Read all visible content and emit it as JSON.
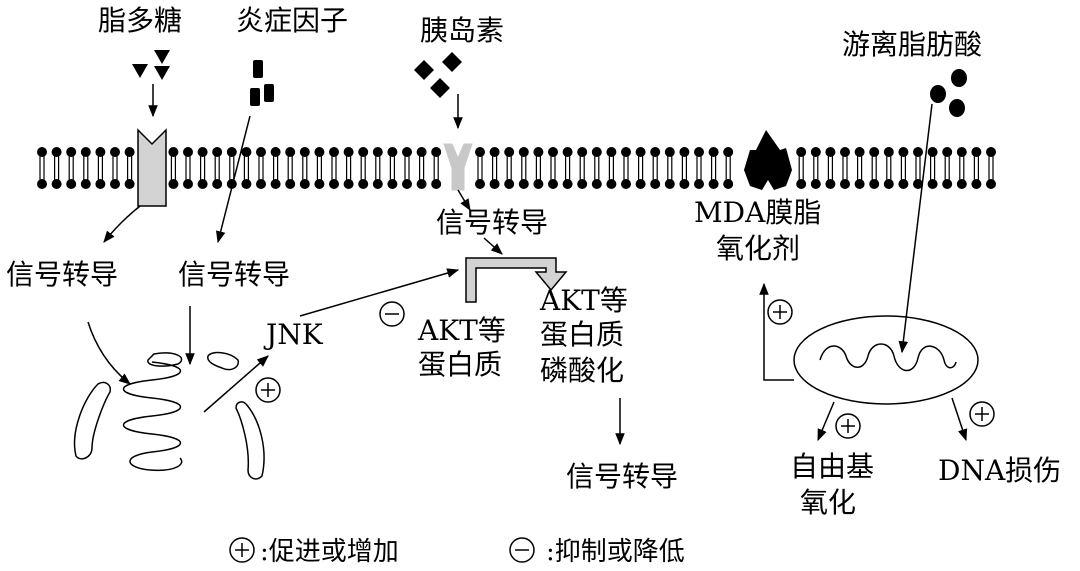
{
  "stimuli": {
    "lps": "脂多糖",
    "cytokine": "炎症因子",
    "insulin": "胰岛素",
    "ffa": "游离脂肪酸"
  },
  "labels": {
    "signal_transduction": "信号转导",
    "jnk": "JNK",
    "akt_line1": "AKT等",
    "akt_line2": "蛋白质",
    "pakt_line1": "AKT等",
    "pakt_line2": "蛋白质",
    "pakt_line3": "磷酸化",
    "mda_line1": "MDA膜脂",
    "mda_line2": "氧化剂",
    "ros_line1": "自由基",
    "ros_line2": "氧化",
    "dna": "DNA损伤"
  },
  "legend": {
    "promote": ":促进或增加",
    "inhibit": ":抑制或降低"
  }
}
